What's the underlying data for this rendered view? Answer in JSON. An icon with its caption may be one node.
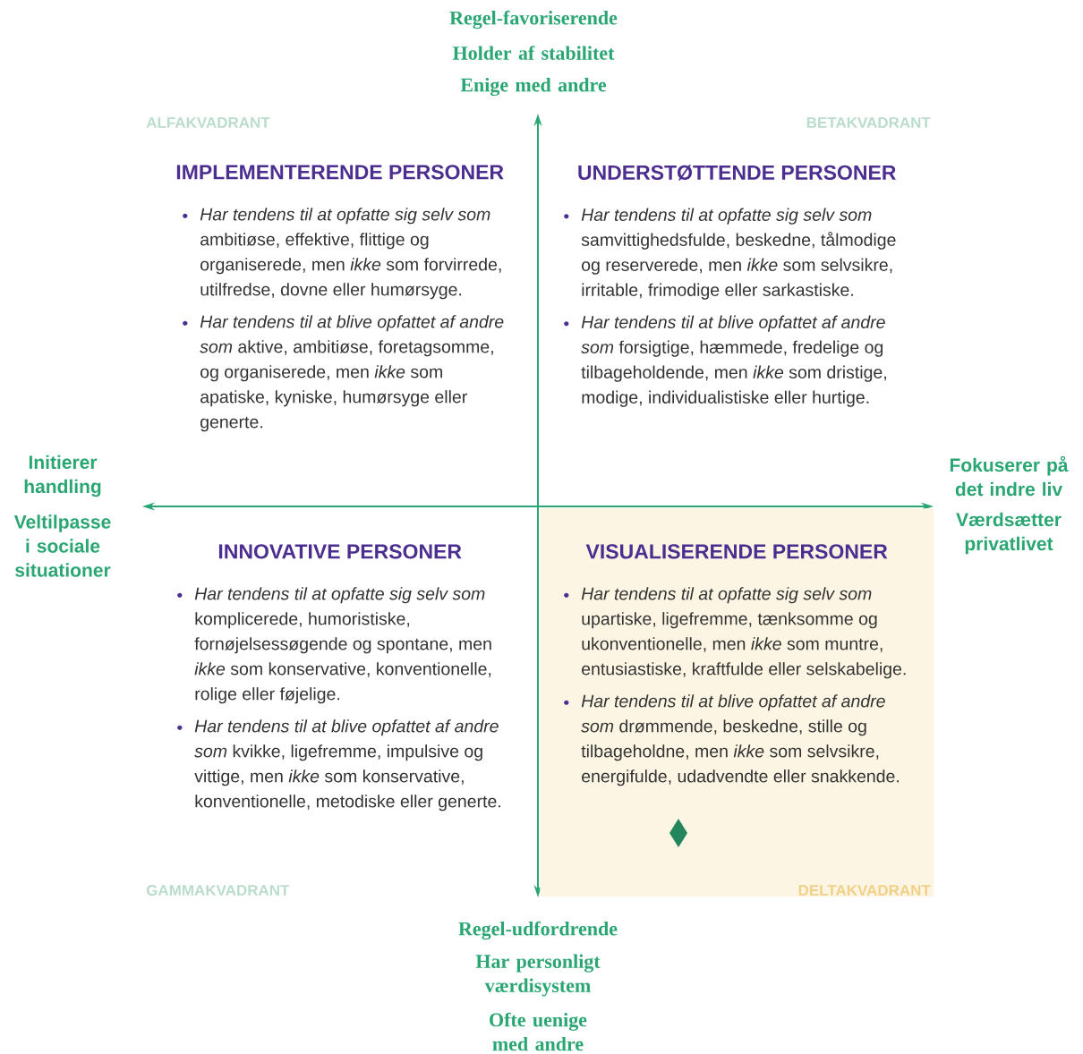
{
  "diagram": {
    "nodes": [
      {
        "text": [
          "IMPLEMENTERENDE PERSONER",
          "*Har tendens til at opfatte sig selv som* ambitiøse, effektive, flittige og organiserede, men *ikke* som forvirrede, utilfredse, dovne eller humørsyge.",
          "*Har tendens til at blive opfattet af andre som* aktive, ambitiøse, foretagsomme, og organiserede, men *ikke* som apatiske, kyniske, humørsyge eller generte."
        ]
      },
      {
        "text": [
          "UNDERSTØTTENDE PERSONER",
          "*Har tendens til at opfatte sig selv som* samvittighedsfulde, beskedne, tålmodige og reserverede, men *ikke* som selvsikre, irritable, frimodige eller sarkastiske.",
          "*Har tendens til at blive opfattet af andre som* forsigtige, hæmmede, fredelige og tilbageholdende, men *ikke* som dristige, modige, individualistiske eller hurtige."
        ]
      },
      {
        "text": [
          "INNOVATIVE PERSONER",
          "*Har tendens til at opfatte sig selv som* komplicerede, humoristiske, fornøjelsessøgende og spontane, men *ikke* som konservative, konventionelle, rolige eller føjelige.",
          "*Har tendens til at blive opfattet af andre som* kvikke, ligefremme, impulsive og vittige, men *ikke* som konservative, konventionelle, metodiske eller generte."
        ]
      },
      {
        "text": [
          "VISUALISERENDE PERSONER",
          "*Har tendens til at opfatte sig selv som* upartiske, ligefremme, tænksomme og ukonventionelle, men *ikke* som muntre, entusiastiske, kraftfulde eller selskabelige.",
          "*Har tendens til at blive opfattet af andre som* drømmende, beskedne, stille og tilbageholdne, men *ikke* som selvsikre, energifulde, udadvendte eller snakkende."
        ]
      }
    ],
    "labels": [
      "Regel-favoriserende",
      "Holder af stabilitet",
      "Enige med andre",
      "ALFAKVADRANT",
      "BETAKVADRANT",
      "Initierer handling",
      "Fokuserer på det indre liv",
      "Veltilpasse i sociale situationer",
      "Værdsætter privatlivet",
      "GAMMAKVADRANT",
      "DELTAKVADRANT",
      "Regel-udfordrende",
      "Har personligt værdisystem",
      "Ofte uenige med andre"
    ]
  }
}
